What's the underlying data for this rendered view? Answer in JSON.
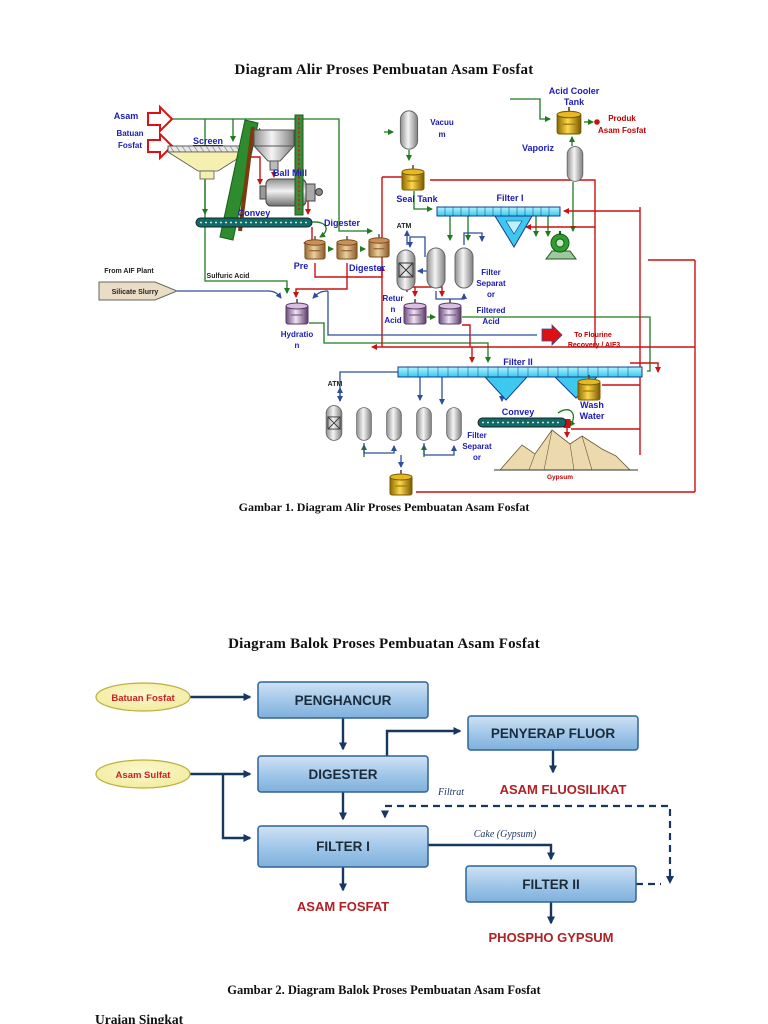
{
  "figure1": {
    "title": "Diagram Alir Proses Pembuatan Asam Fosfat",
    "caption": "Gambar 1. Diagram Alir Proses Pembuatan Asam Fosfat",
    "labels": {
      "asam": "Asam",
      "batuan": "Batuan",
      "fosfat": "Fosfat",
      "screen": "Screen",
      "ballmill": "Ball Mill",
      "convey1": "Convey",
      "digester_top": "Digester",
      "pre": "Pre",
      "digester": "Digester",
      "seal_tank": "Seal Tank",
      "vacuum_l1": "Vacuu",
      "vacuum_l2": "m",
      "atm1": "ATM",
      "filter1": "Filter I",
      "fsep1_l1": "Filter",
      "fsep1_l2": "Separat",
      "fsep1_l3": "or",
      "filtered_l1": "Filtered",
      "filtered_l2": "Acid",
      "return_l1": "Retur",
      "return_l2": "n",
      "return_l3": "Acid",
      "hydration_l1": "Hydratio",
      "hydration_l2": "n",
      "vaporizer": "Vaporiz",
      "acid_cooler_l1": "Acid Cooler",
      "acid_cooler_l2": "Tank",
      "produk_l1": "Produk",
      "produk_l2": "Asam Fosfat",
      "flourine_l1": "To Flourine",
      "flourine_l2": "Recovery / AIF3",
      "filter2": "Filter II",
      "atm2": "ATM",
      "wash_l1": "Wash",
      "wash_l2": "Water",
      "convey2": "Convey",
      "fsep2_l1": "Filter",
      "fsep2_l2": "Separat",
      "fsep2_l3": "or",
      "gypsum": "Gypsum",
      "from_aif": "From AIF Plant",
      "silicate": "Silicate Slurry",
      "sulfuric": "Sulfuric Acid"
    }
  },
  "figure2": {
    "title": "Diagram Balok Proses Pembuatan Asam Fosfat",
    "caption": "Gambar 2. Diagram Balok Proses Pembuatan Asam Fosfat",
    "inputs": {
      "batuan_fosfat": "Batuan Fosfat",
      "asam_sulfat": "Asam Sulfat"
    },
    "boxes": {
      "penghancur": "PENGHANCUR",
      "digester": "DIGESTER",
      "penyerap": "PENYERAP FLUOR",
      "filter1": "FILTER I",
      "filter2": "FILTER II"
    },
    "outputs": {
      "fluosilikat": "ASAM FLUOSILIKAT",
      "fosfat": "ASAM FOSFAT",
      "gypsum": "PHOSPHO GYPSUM"
    },
    "edges": {
      "filtrat": "Filtrat",
      "cake": "Cake (Gypsum)"
    }
  },
  "footer": {
    "heading": "Uraian Singkat"
  },
  "colors": {
    "label_blue": "#1b1bb5",
    "line_red": "#cc1111",
    "line_green": "#1e7a1e",
    "line_blue": "#2e4d9e",
    "text_red": "#c00000",
    "arrow_navy": "#17375e",
    "block_fill": "#9ec5e8",
    "block_border": "#2e6496",
    "ellipse_fill": "#f7f3a6"
  }
}
